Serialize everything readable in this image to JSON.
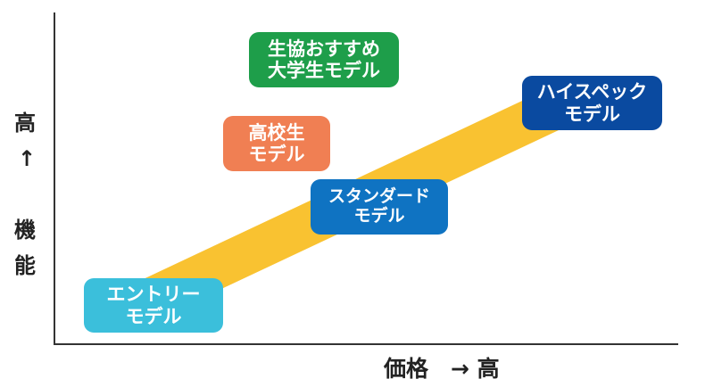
{
  "y_axis": {
    "high": "高",
    "arrow": "↑",
    "label_1": "機",
    "label_2": "能"
  },
  "x_axis": {
    "label": "価格　→ 高"
  },
  "models": [
    {
      "line1": "生協おすすめ",
      "line2": "大学生モデル",
      "color": "#1e9e4a"
    },
    {
      "line1": "高校生",
      "line2": "モデル",
      "color": "#f07f53"
    },
    {
      "line1": "ハイスペック",
      "line2": "モデル",
      "color": "#0a4aa0"
    },
    {
      "line1": "スタンダード",
      "line2": "モデル",
      "color": "#0f73c2"
    },
    {
      "line1": "エントリー",
      "line2": "モデル",
      "color": "#3bbfdb"
    }
  ],
  "band_color": "#f9c231"
}
